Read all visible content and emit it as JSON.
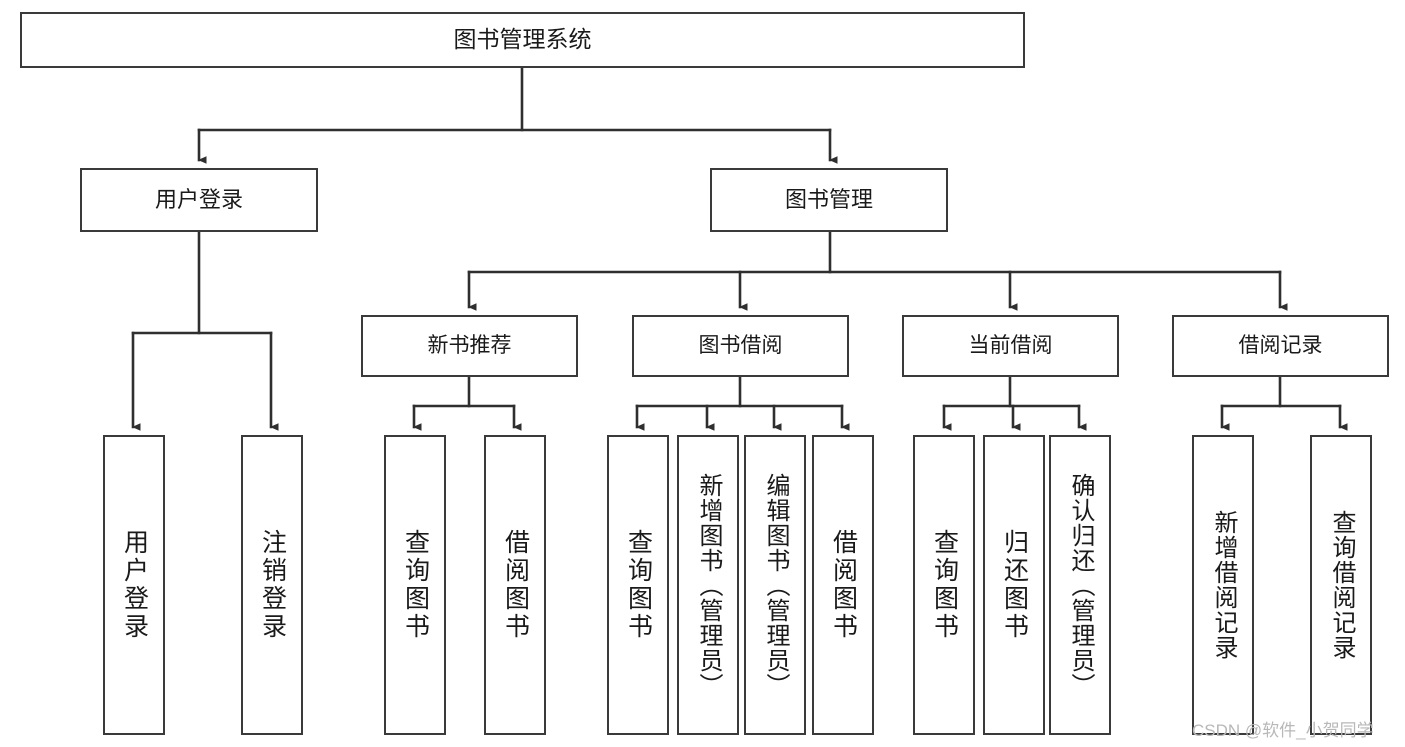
{
  "diagram": {
    "type": "tree-hierarchy-chart",
    "title": "图书管理系统",
    "root": {
      "id": "root",
      "label": "图书管理系统"
    },
    "level2": [
      {
        "id": "user-login",
        "label": "用户登录"
      },
      {
        "id": "book-management",
        "label": "图书管理"
      }
    ],
    "level3": [
      {
        "id": "new-book-recommend",
        "label": "新书推荐",
        "parent": "book-management"
      },
      {
        "id": "book-borrow",
        "label": "图书借阅",
        "parent": "book-management"
      },
      {
        "id": "current-borrow",
        "label": "当前借阅",
        "parent": "book-management"
      },
      {
        "id": "borrow-record",
        "label": "借阅记录",
        "parent": "book-management"
      }
    ],
    "leaves": [
      {
        "id": "leaf-user-login",
        "label": "用户登录",
        "parent": "user-login"
      },
      {
        "id": "leaf-user-logout",
        "label": "注销登录",
        "parent": "user-login"
      },
      {
        "id": "leaf-query-book-1",
        "label": "查询图书",
        "parent": "new-book-recommend"
      },
      {
        "id": "leaf-borrow-book-1",
        "label": "借阅图书",
        "parent": "new-book-recommend"
      },
      {
        "id": "leaf-query-book-2",
        "label": "查询图书",
        "parent": "book-borrow"
      },
      {
        "id": "leaf-add-book",
        "label": "新增图书（管理员）",
        "parent": "book-borrow"
      },
      {
        "id": "leaf-edit-book",
        "label": "编辑图书（管理员）",
        "parent": "book-borrow"
      },
      {
        "id": "leaf-borrow-book-2",
        "label": "借阅图书",
        "parent": "book-borrow"
      },
      {
        "id": "leaf-query-book-3",
        "label": "查询图书",
        "parent": "current-borrow"
      },
      {
        "id": "leaf-return-book",
        "label": "归还图书",
        "parent": "current-borrow"
      },
      {
        "id": "leaf-confirm-return",
        "label": "确认归还（管理员）",
        "parent": "current-borrow"
      },
      {
        "id": "leaf-add-record",
        "label": "新增借阅记录",
        "parent": "borrow-record"
      },
      {
        "id": "leaf-query-record",
        "label": "查询借阅记录",
        "parent": "borrow-record"
      }
    ],
    "colors": {
      "box_border": "#3a3a3a",
      "box_fill": "#ffffff",
      "edge": "#2f2f2f",
      "text": "#1a1a1a",
      "watermark": "#b8b8b8",
      "background": "#ffffff"
    }
  },
  "watermark": {
    "text": "CSDN @软件_小贺同学"
  }
}
